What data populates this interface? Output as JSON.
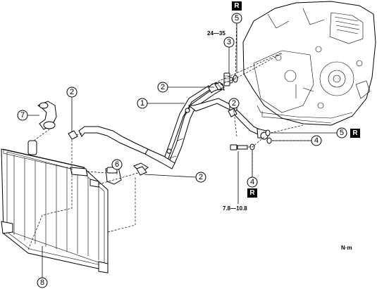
{
  "callouts": {
    "c1": "1",
    "c2a": "2",
    "c2b": "2",
    "c2c": "2",
    "c2d": "2",
    "c3": "3",
    "c4a": "4",
    "c4b": "4",
    "c5a": "5",
    "c5b": "5",
    "c6": "6",
    "c7": "7",
    "c8": "8"
  },
  "torque": {
    "upper": "24—35",
    "lower": "7.8—10.8"
  },
  "replace_marks": {
    "top": "R",
    "right": "R",
    "bottom": "R"
  },
  "unit_label": "N·m"
}
